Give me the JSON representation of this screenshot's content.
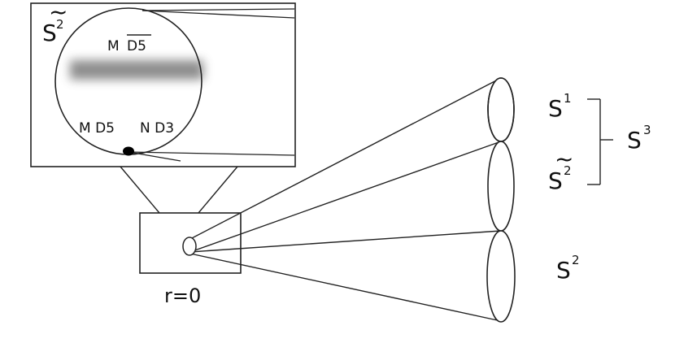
{
  "colors": {
    "line": "#222222",
    "background": "#ffffff",
    "dot": "#000000",
    "smear": "#7a7a7a"
  },
  "inset": {
    "space_label": {
      "base": "S",
      "sup": "2",
      "accent": "~"
    },
    "top_label": {
      "prefix": "M",
      "overlined": "D5"
    },
    "bottom_left_label": "M D5",
    "bottom_right_label": "N D3"
  },
  "origin_label": "r=0",
  "right_labels": {
    "s1": {
      "base": "S",
      "sup": "1"
    },
    "s2_tilde": {
      "base": "S",
      "sup": "2",
      "accent": "~"
    },
    "s3": {
      "base": "S",
      "sup": "3"
    },
    "s2": {
      "base": "S",
      "sup": "2"
    }
  }
}
